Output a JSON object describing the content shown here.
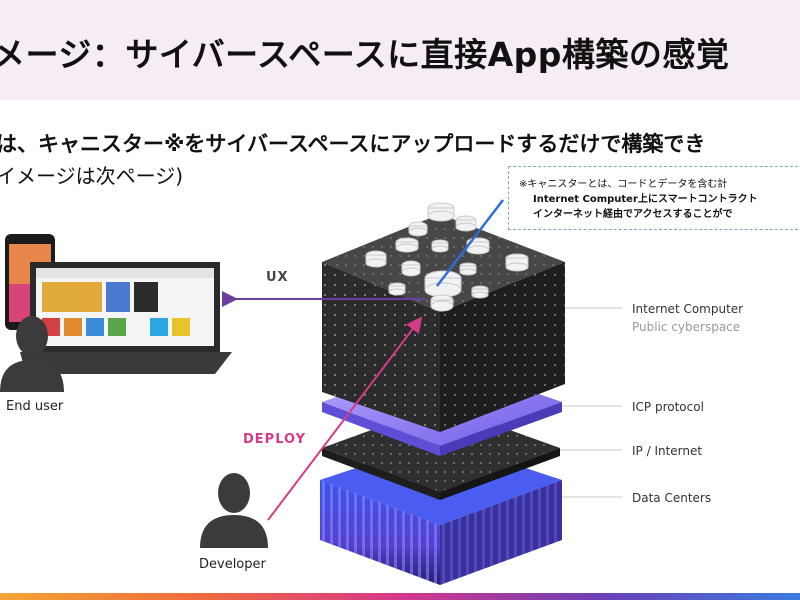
{
  "slide": {
    "title": "メージ：サイバースペースに直接App構築の感覚",
    "lead_line1": "は、キャニスター※をサイバースペースにアップロードするだけで構築でき",
    "lead_line2": "イメージは次ページ)"
  },
  "note": {
    "line1": "※キャニスターとは、コードとデータを含む計",
    "line2": "Internet Computer上にスマートコントラクト",
    "line3": "インターネット経由でアクセスすることがで"
  },
  "layers": {
    "internet_computer": "Internet Computer",
    "public_cyberspace": "Public cyberspace",
    "icp_protocol": "ICP protocol",
    "ip_internet": "IP / Internet",
    "data_centers": "Data Centers"
  },
  "flows": {
    "ux": "UX",
    "deploy": "DEPLOY"
  },
  "people": {
    "end_user": "End user",
    "developer": "Developer"
  },
  "colors": {
    "header_bg": "#f6ecf6",
    "ux_arrow": "#6b3fa0",
    "deploy_arrow": "#d43b86",
    "canister_line": "#2f6fd1",
    "cube_top": "#4a4a4a",
    "icp_layer": "#8f7cf0",
    "datacenter": "#5a3fd0"
  }
}
